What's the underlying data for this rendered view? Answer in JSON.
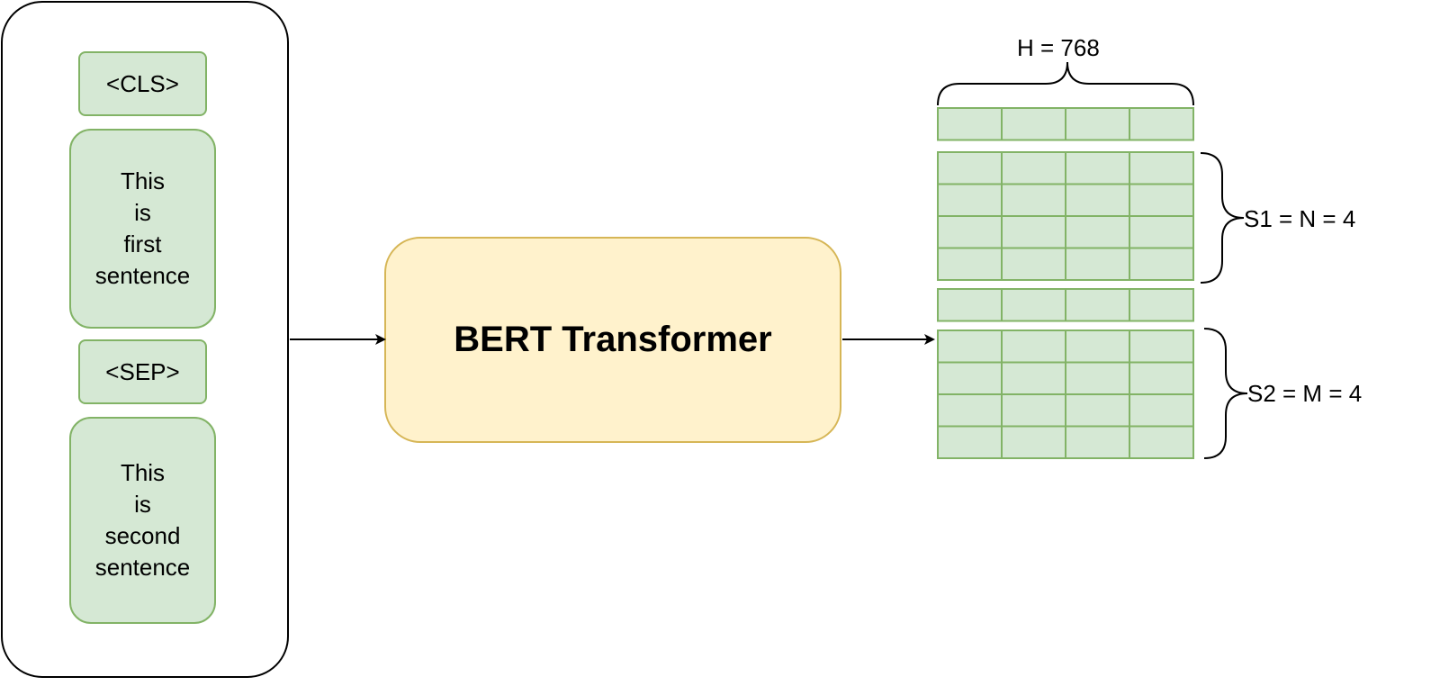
{
  "input": {
    "cls_token": "<CLS>",
    "sentence1_words": [
      "This",
      "is",
      "first",
      "sentence"
    ],
    "sep_token": "<SEP>",
    "sentence2_words": [
      "This",
      "is",
      "second",
      "sentence"
    ]
  },
  "model": {
    "label": "BERT Transformer"
  },
  "output": {
    "hidden_label": "H = 768",
    "s1_label": "S1 = N = 4",
    "s2_label": "S2 = M = 4",
    "columns": 4,
    "s1_rows": 4,
    "s2_rows": 4
  },
  "colors": {
    "token_fill": "#d5e8d4",
    "token_stroke": "#82b366",
    "bert_fill": "#fff2cc",
    "bert_stroke": "#d6b656",
    "line": "#000000"
  }
}
